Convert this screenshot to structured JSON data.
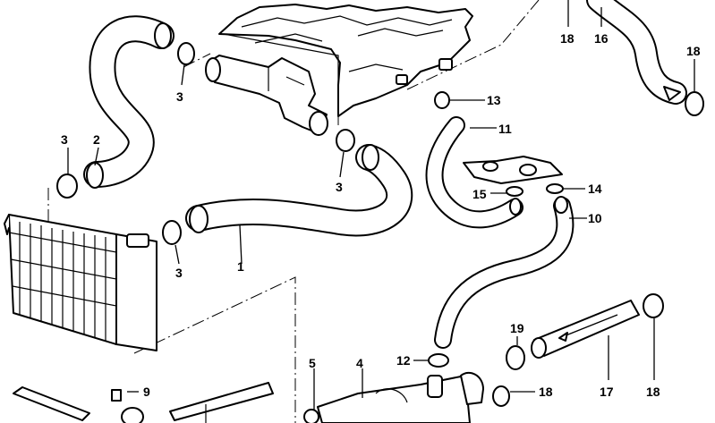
{
  "callouts": {
    "c1": "1",
    "c2": "2",
    "c3a": "3",
    "c3b": "3",
    "c3c": "3",
    "c3d": "3",
    "c4": "4",
    "c5": "5",
    "c9": "9",
    "c10": "10",
    "c11": "11",
    "c12": "12",
    "c13": "13",
    "c14": "14",
    "c15": "15",
    "c16": "16",
    "c17": "17",
    "c18a": "18",
    "c18b": "18",
    "c18c": "18",
    "c18d": "18",
    "c19": "19"
  },
  "colors": {
    "line": "#000000",
    "background": "#ffffff"
  }
}
